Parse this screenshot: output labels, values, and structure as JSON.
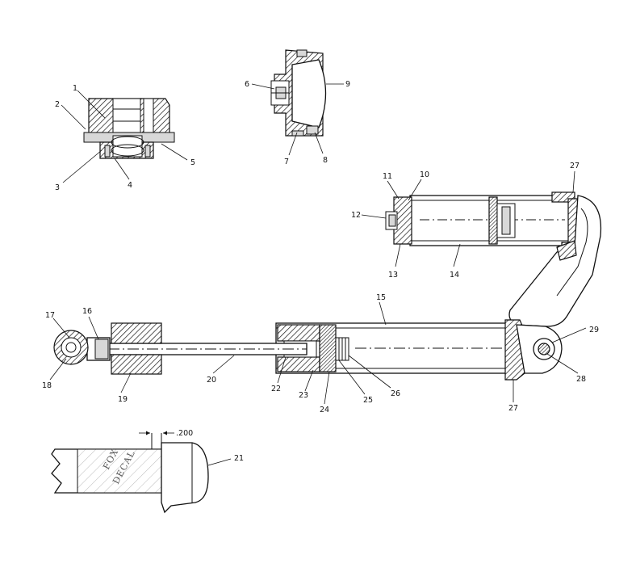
{
  "callouts": {
    "c1": "1",
    "c2": "2",
    "c3": "3",
    "c4": "4",
    "c5": "5",
    "c6": "6",
    "c7": "7",
    "c8": "8",
    "c9": "9",
    "c10": "10",
    "c11": "11",
    "c12": "12",
    "c13": "13",
    "c14": "14",
    "c15": "15",
    "c16": "16",
    "c17": "17",
    "c18": "18",
    "c19": "19",
    "c20": "20",
    "c21": "21",
    "c22": "22",
    "c23": "23",
    "c24": "24",
    "c25": "25",
    "c26": "26",
    "c27a": "27",
    "c27b": "27",
    "c28": "28",
    "c29": "29"
  },
  "dimension": ".200",
  "decal": {
    "line1": "FOX",
    "line2": "DECAL"
  }
}
